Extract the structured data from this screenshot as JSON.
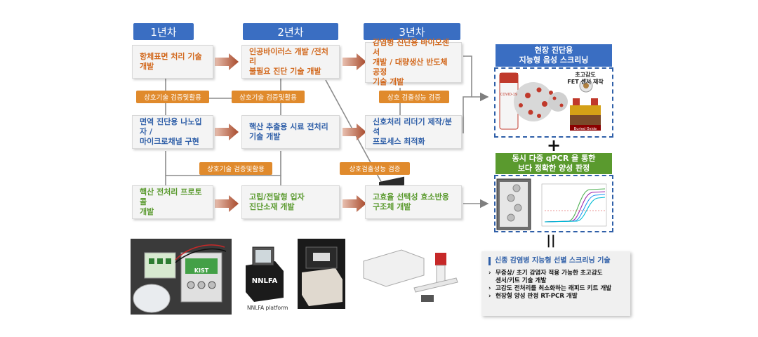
{
  "years": [
    "1년차",
    "2년차",
    "3년차"
  ],
  "boxes": {
    "y1_r1": "항체표면 처리 기술 개발",
    "y2_r1": "인공바이러스 개발 /전처리\n불필요 진단 기술 개발",
    "y3_r1": "감염병 진단용 바이오센서\n개발 / 대량생산 반도체 공정\n기술 개발",
    "y1_r2": "면역 진단용 나노입자 /\n마이크로채널 구현",
    "y2_r2": "핵산 추출용 시료 전처리\n기술 개발",
    "y3_r2": "신호처리 리더기 제작/분석\n프로세스 최적화",
    "y1_r3": "핵산 전처리 프로토콜\n개발",
    "y2_r3": "고립/전달형 입자\n진단소재 개발",
    "y3_r3": "고효율 선택성 효소반응\n구조체 개발"
  },
  "tags": {
    "t1": "상호기술 검증및활용",
    "t2": "상호기술 검증및활용",
    "t3": "상호 검출성능 검증",
    "t4": "상호기술 검증및활용",
    "t5": "상호검출성능 검증"
  },
  "panels": {
    "top_title": "현장 진단용\n지능형 음성 스크리닝",
    "bottom_title": "동시 다중 qPCR 을 통한\n보다 정확한 양성 판정",
    "fet_label": "초고감도\nFET 센서 제작",
    "covid_label": "COVID-19",
    "buried_label": "Buried Oxide"
  },
  "symbols": {
    "plus": "+",
    "equals": "||"
  },
  "summary": {
    "title": "신종 감염병 지능형 선별 스크리닝 기술",
    "items": [
      "무증상/ 초기 감염자 적용 가능한 초고감도\n센서/키트 기술 개발",
      "고감도 전처리를 최소화하는 래피드 키트 개발",
      "현장형 양성 판정 RT-PCR 개발"
    ]
  },
  "photos": {
    "kist_label": "KIST",
    "nnlfa_label": "NNLFA",
    "nnlfa_caption": "NNLFA platform"
  },
  "colors": {
    "year_header": "#3a6ec2",
    "tag": "#e08a2c",
    "panel_top": "#3a6ec2",
    "panel_bottom": "#5a9a2e",
    "dashed_border": "#2f5fa8",
    "arrow": "#b45a3c"
  }
}
